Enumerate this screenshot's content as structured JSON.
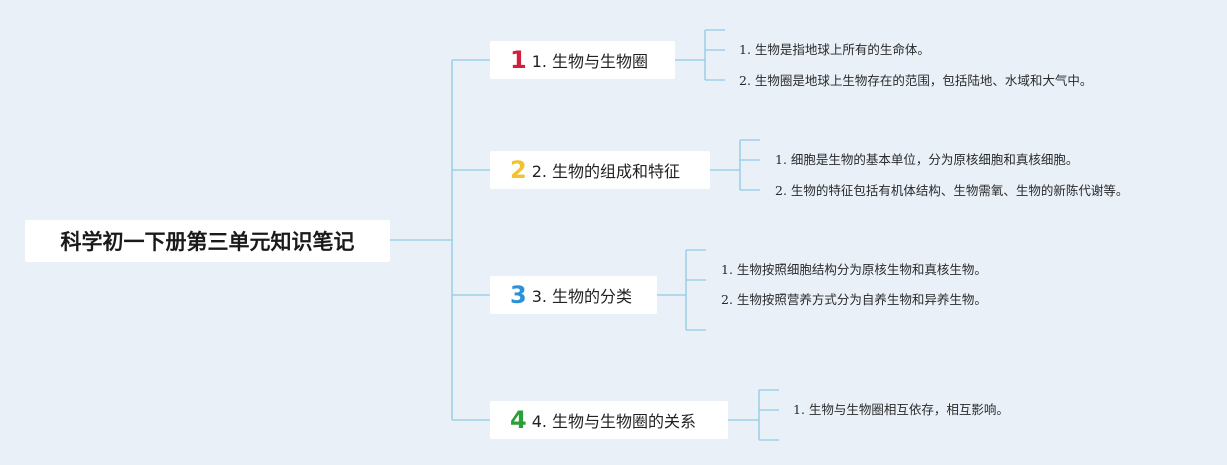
{
  "root": {
    "title": "科学初一下册第三单元知识笔记"
  },
  "branches": [
    {
      "number": "1",
      "color": "#d21f3c",
      "label": "1. 生物与生物圈",
      "items": [
        "1. 生物是指地球上所有的生命体。",
        "2. 生物圈是地球上生物存在的范围，包括陆地、水域和大气中。"
      ]
    },
    {
      "number": "2",
      "color": "#f2c230",
      "label": "2. 生物的组成和特征",
      "items": [
        "1. 细胞是生物的基本单位，分为原核细胞和真核细胞。",
        "2. 生物的特征包括有机体结构、生物需氧、生物的新陈代谢等。"
      ]
    },
    {
      "number": "3",
      "color": "#2b92d8",
      "label": "3. 生物的分类",
      "items": [
        "1. 生物按照细胞结构分为原核生物和真核生物。",
        "2. 生物按照营养方式分为自养生物和异养生物。"
      ]
    },
    {
      "number": "4",
      "color": "#2e9e3a",
      "label": "4. 生物与生物圈的关系",
      "items": [
        "1. 生物与生物圈相互依存，相互影响。"
      ]
    }
  ]
}
